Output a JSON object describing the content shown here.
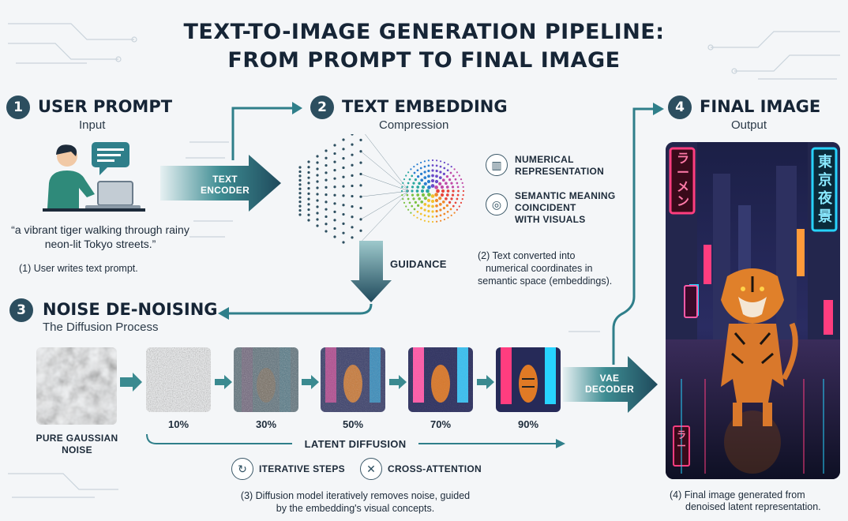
{
  "title_line1": "TEXT-TO-IMAGE GENERATION PIPELINE:",
  "title_line2": "FROM PROMPT TO FINAL IMAGE",
  "step1": {
    "num": "1",
    "title": "USER PROMPT",
    "subtitle": "Input",
    "prompt_text": "“a vibrant tiger walking through rainy neon-lit Tokyo streets.”",
    "note": "(1) User writes text prompt."
  },
  "encoder_label_1": "TEXT",
  "encoder_label_2": "ENCODER",
  "step2": {
    "num": "2",
    "title": "TEXT EMBEDDING",
    "subtitle": "Compression",
    "feature1": [
      "NUMERICAL",
      "REPRESENTATION"
    ],
    "feature2": [
      "SEMANTIC MEANING",
      "COINCIDENT",
      "WITH VISUALS"
    ],
    "note": [
      "(2) Text converted into",
      "numerical coordinates in",
      "semantic space (embeddings)."
    ]
  },
  "guidance_label": "GUIDANCE",
  "step3": {
    "num": "3",
    "title": "NOISE DE-NOISING",
    "subtitle": "The Diffusion Process",
    "noise_label": [
      "PURE GAUSSIAN",
      "NOISE"
    ],
    "steps": [
      "10%",
      "30%",
      "50%",
      "70%",
      "90%"
    ],
    "latent_label": "LATENT DIFFUSION",
    "chip1": "ITERATIVE STEPS",
    "chip2": "CROSS-ATTENTION",
    "note": [
      "(3) Diffusion model iteratively removes noise, guided",
      "by the embedding's visual concepts."
    ]
  },
  "decoder_label_1": "VAE",
  "decoder_label_2": "DECODER",
  "step4": {
    "num": "4",
    "title": "FINAL IMAGE",
    "subtitle": "Output",
    "sign1": "ラーメン",
    "sign2": "東京夜景",
    "sign3": "ラー",
    "note": [
      "(4) Final image generated from",
      "denoised latent representation."
    ]
  },
  "colors": {
    "teal": "#2f7f8a",
    "navy": "#2c4e5f",
    "neon_pink": "#ff3d7f",
    "neon_cyan": "#27d3ff",
    "tiger": "#d9782b"
  }
}
